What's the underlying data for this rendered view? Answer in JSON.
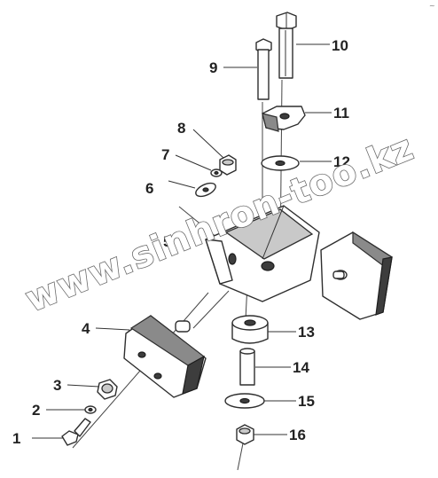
{
  "corner_mark": "~",
  "watermark": "www.sinhron-too.kz",
  "callouts": [
    {
      "label": "1"
    },
    {
      "label": "2"
    },
    {
      "label": "3"
    },
    {
      "label": "4"
    },
    {
      "label": "5"
    },
    {
      "label": "6"
    },
    {
      "label": "7"
    },
    {
      "label": "8"
    },
    {
      "label": "9"
    },
    {
      "label": "10"
    },
    {
      "label": "11"
    },
    {
      "label": "12"
    },
    {
      "label": "13"
    },
    {
      "label": "14"
    },
    {
      "label": "15"
    },
    {
      "label": "16"
    }
  ]
}
